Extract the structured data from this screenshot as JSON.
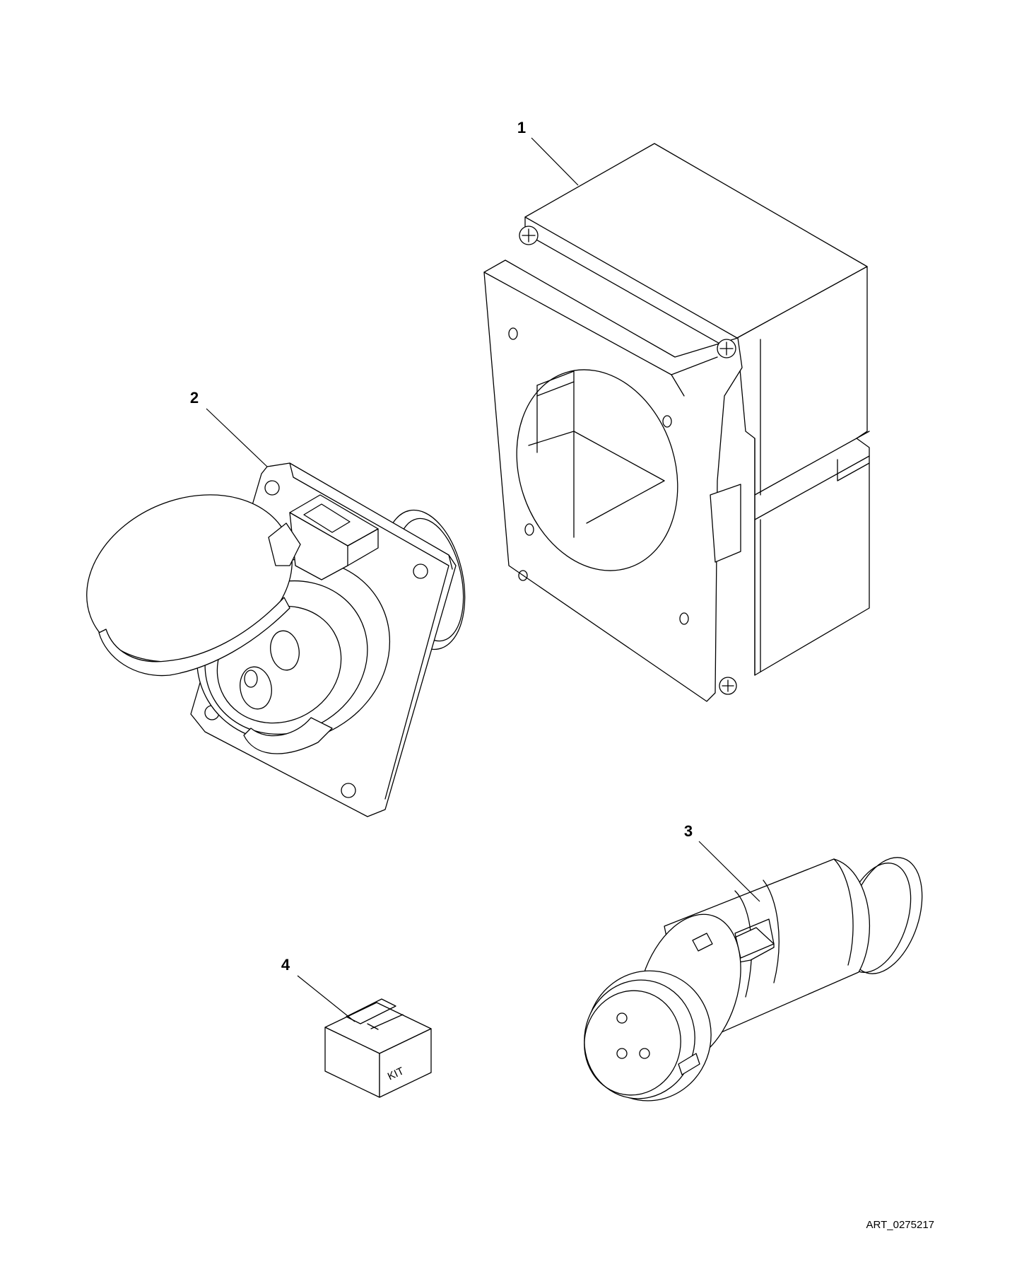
{
  "callouts": [
    {
      "id": "1"
    },
    {
      "id": "2"
    },
    {
      "id": "3"
    },
    {
      "id": "4"
    }
  ],
  "kit_label": "KIT",
  "art_number": "ART_0275217"
}
